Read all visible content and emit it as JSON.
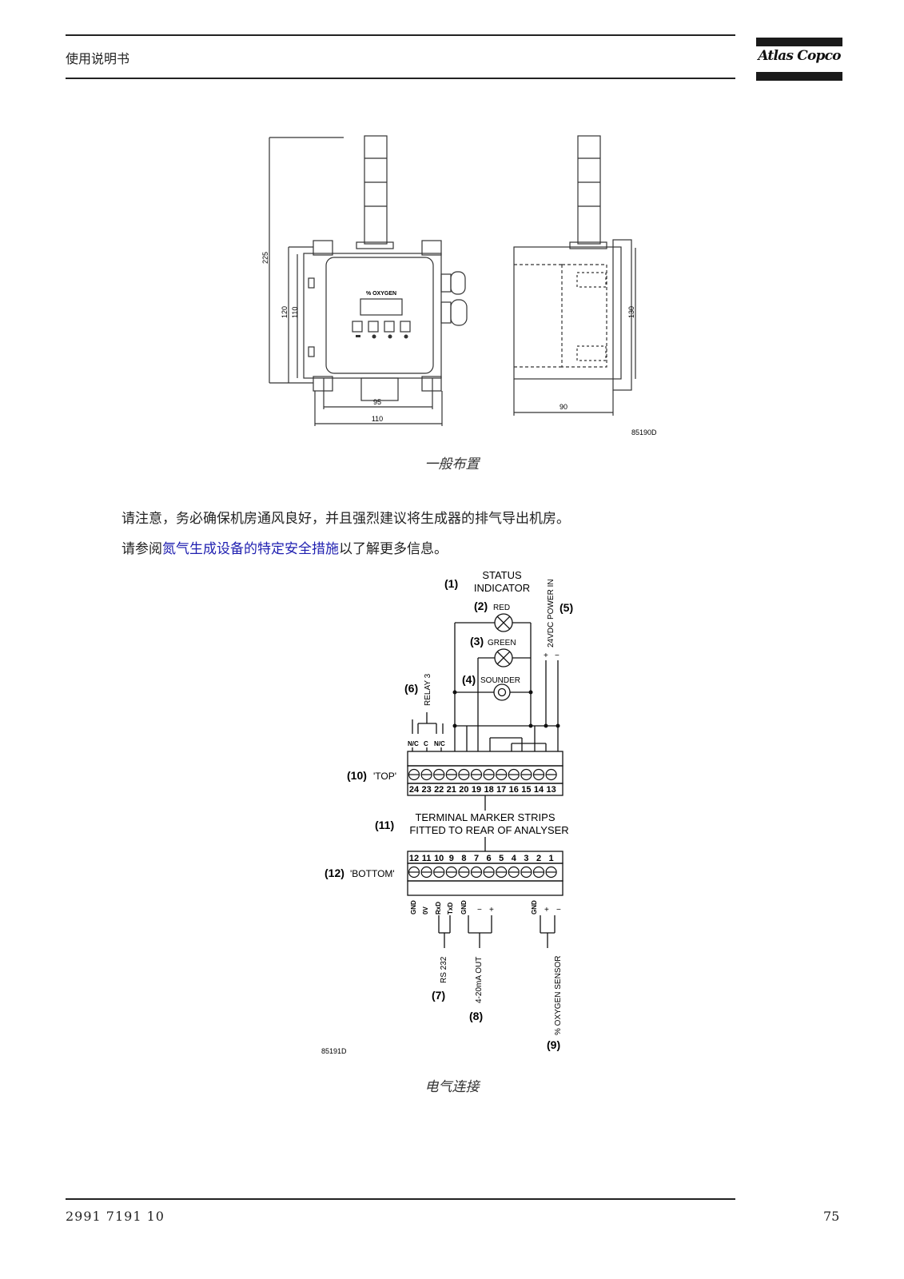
{
  "header": {
    "title": "使用说明书",
    "logo_text": "Atlas Copco"
  },
  "figure1": {
    "caption": "一般布置",
    "code": "85190D",
    "panel_label": "% OXYGEN",
    "dims": {
      "height_total": "225",
      "height_120": "120",
      "height_110": "110",
      "width_95": "95",
      "width_110": "110",
      "depth_90": "90",
      "side_130": "130"
    }
  },
  "body": {
    "line1": "请注意，务必确保机房通风良好，并且强烈建议将生成器的排气导出机房。",
    "line2_pre": "请参阅",
    "line2_link": "氮气生成设备的特定安全措施",
    "line2_post": "以了解更多信息。"
  },
  "figure2": {
    "caption": "电气连接",
    "code": "85191D",
    "n1": "(1)",
    "status": "STATUS",
    "indicator": "INDICATOR",
    "n2": "(2)",
    "red": "RED",
    "n3": "(3)",
    "green": "GREEN",
    "n4": "(4)",
    "sounder": "SOUNDER",
    "n5": "(5)",
    "power": "24VDC POWER IN",
    "plus": "+",
    "minus": "−",
    "n6": "(6)",
    "relay": "RELAY 3",
    "nc1": "N/C",
    "c": "C",
    "nc2": "N/C",
    "n10": "(10)",
    "top": "'TOP'",
    "top_numbers": [
      "24",
      "23",
      "22",
      "21",
      "20",
      "19",
      "18",
      "17",
      "16",
      "15",
      "14",
      "13"
    ],
    "n11": "(11)",
    "marker1": "TERMINAL MARKER STRIPS",
    "marker2": "FITTED TO REAR OF ANALYSER",
    "bottom_numbers": [
      "12",
      "11",
      "10",
      "9",
      "8",
      "7",
      "6",
      "5",
      "4",
      "3",
      "2",
      "1"
    ],
    "n12": "(12)",
    "bottom": "'BOTTOM'",
    "b_gnd1": "GND",
    "b_0v": "0V",
    "b_rxd": "RxD",
    "b_txd": "TxD",
    "b_gnd2": "GND",
    "b_m1": "−",
    "b_p1": "+",
    "b_gnd3": "GND",
    "b_p2": "+",
    "b_m2": "−",
    "rs232": "RS 232",
    "n7": "(7)",
    "out420": "4-20mA OUT",
    "n8": "(8)",
    "sensor": "% OXYGEN SENSOR",
    "n9": "(9)"
  },
  "footer": {
    "doc_number": "2991 7191 10",
    "page": "75"
  }
}
